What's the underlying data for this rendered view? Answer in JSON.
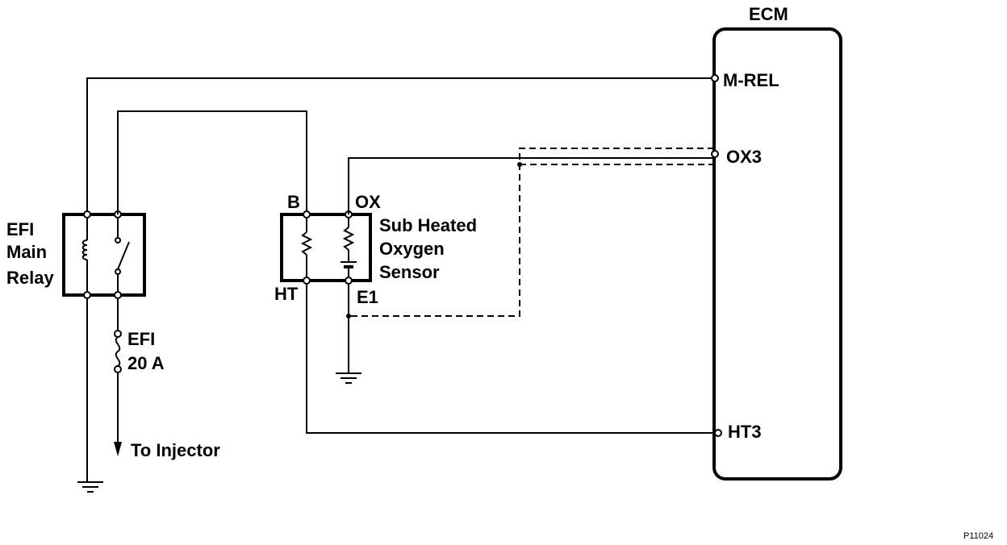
{
  "ecm": {
    "title": "ECM",
    "pins": {
      "mrel": "M-REL",
      "ox3": "OX3",
      "ht3": "HT3"
    }
  },
  "relay": {
    "line1": "EFI",
    "line2": "Main",
    "line3": "Relay"
  },
  "fuse": {
    "line1": "EFI",
    "line2": "20 A"
  },
  "injector": {
    "label": "To Injector"
  },
  "sensor": {
    "pin_b": "B",
    "pin_ox": "OX",
    "pin_ht": "HT",
    "pin_e1": "E1",
    "line1": "Sub Heated",
    "line2": "Oxygen",
    "line3": "Sensor"
  },
  "figure_id": "P11024"
}
